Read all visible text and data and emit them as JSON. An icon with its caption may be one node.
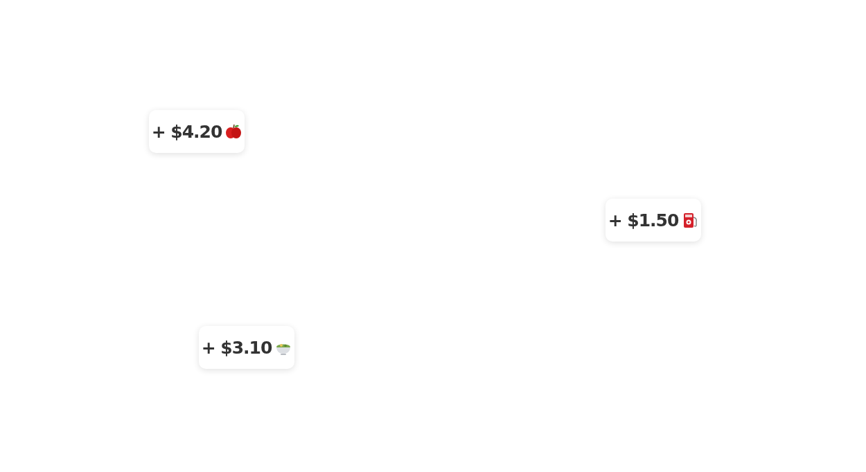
{
  "diagram": {
    "nodes": [
      {
        "text": [
          "+ $4.20"
        ]
      },
      {
        "text": [
          "+ $1.50"
        ]
      },
      {
        "text": [
          "+ $3.10"
        ]
      }
    ]
  }
}
